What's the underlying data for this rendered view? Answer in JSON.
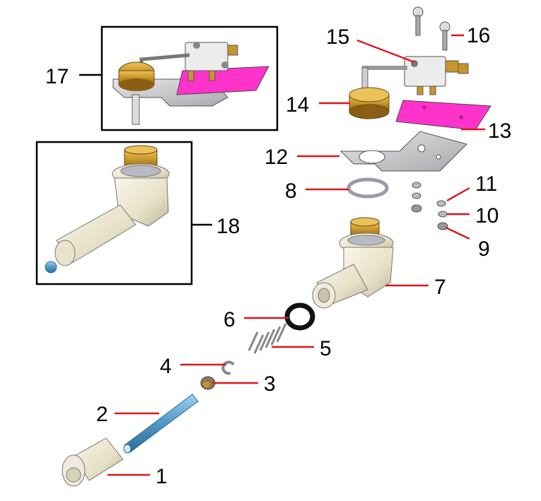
{
  "callouts": [
    {
      "id": "1",
      "label": "1"
    },
    {
      "id": "2",
      "label": "2"
    },
    {
      "id": "3",
      "label": "3"
    },
    {
      "id": "4",
      "label": "4"
    },
    {
      "id": "5",
      "label": "5"
    },
    {
      "id": "6",
      "label": "6"
    },
    {
      "id": "7",
      "label": "7"
    },
    {
      "id": "8",
      "label": "8"
    },
    {
      "id": "9",
      "label": "9"
    },
    {
      "id": "10",
      "label": "10"
    },
    {
      "id": "11",
      "label": "11"
    },
    {
      "id": "12",
      "label": "12"
    },
    {
      "id": "13",
      "label": "13"
    },
    {
      "id": "14",
      "label": "14"
    },
    {
      "id": "15",
      "label": "15"
    },
    {
      "id": "16",
      "label": "16"
    },
    {
      "id": "17",
      "label": "17"
    },
    {
      "id": "18",
      "label": "18"
    }
  ],
  "colors": {
    "leader": "#e0141c",
    "brass": "#c8952a",
    "magenta_insulator": "#ff33cc",
    "blue_shaft": "#5fa8d3",
    "body_ivory": "#ece6cf",
    "plate_grey": "#c9c9cc"
  }
}
